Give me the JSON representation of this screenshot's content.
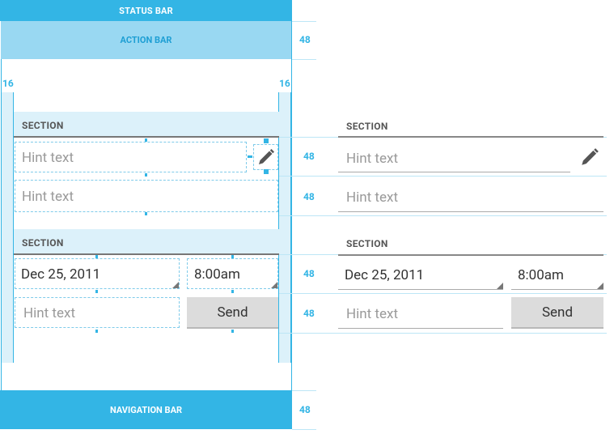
{
  "status_bar": "STATUS BAR",
  "action_bar": "ACTION BAR",
  "navigation_bar": "NAVIGATION BAR",
  "margins": {
    "left": "16",
    "right": "16"
  },
  "dimensions": {
    "action_bar": "48",
    "row1": "48",
    "row2": "48",
    "row3": "48",
    "row4": "48",
    "nav": "48"
  },
  "sections": [
    {
      "title": "SECTION"
    },
    {
      "title": "SECTION"
    }
  ],
  "fields": {
    "hint1": "Hint text",
    "hint2": "Hint text",
    "date": "Dec 25, 2011",
    "time": "8:00am",
    "hint3": "Hint text",
    "send": "Send"
  },
  "icons": {
    "edit": "pencil-icon"
  },
  "colors": {
    "holo_blue": "#33b5e5",
    "light_blue": "#99d8f2"
  }
}
